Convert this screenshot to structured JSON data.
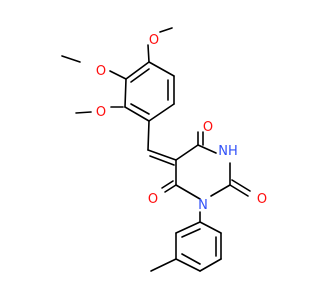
{
  "molecule": {
    "atom_labels": {
      "o_top": "O",
      "o_meta": "O",
      "o_ortho": "O",
      "o_c6": "O",
      "nh": "NH",
      "o_c2": "O",
      "o_c4": "O",
      "n1": "N"
    },
    "colors": {
      "bond": "#000000",
      "oxygen": "#ff0d0d",
      "nitrogen": "#3050f8"
    }
  }
}
